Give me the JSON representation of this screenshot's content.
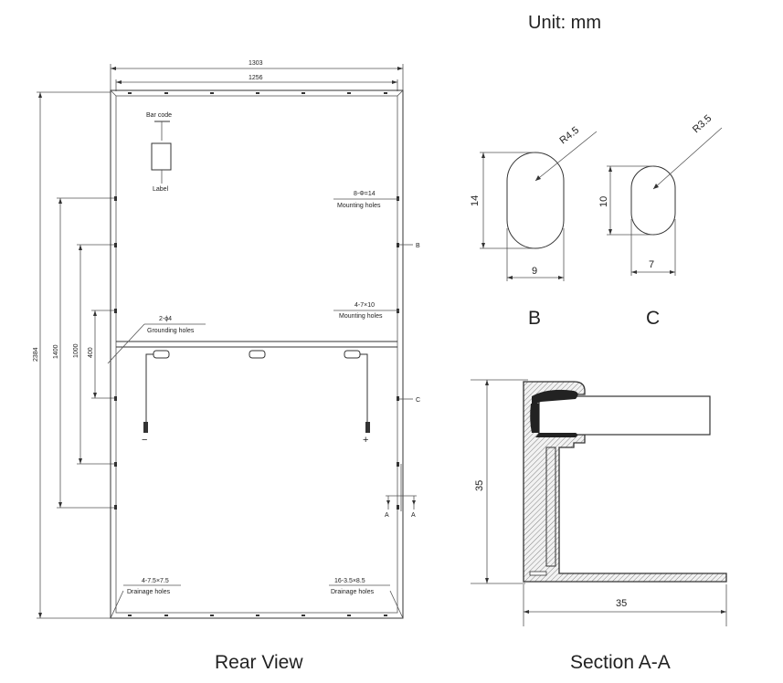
{
  "unit_label": "Unit: mm",
  "rear_view": {
    "caption": "Rear View",
    "width_outer": "1303",
    "width_inner": "1256",
    "height_total": "2384",
    "dim_1400": "1400",
    "dim_1000": "1000",
    "dim_400": "400",
    "barcode_label": "Bar code",
    "label_label": "Label",
    "mounting_holes_14_spec": "8-Φ=14",
    "mounting_holes_14_label": "Mounting holes",
    "mounting_holes_10_spec": "4-7×10",
    "mounting_holes_10_label": "Mounting holes",
    "grounding_spec": "2-ϕ4",
    "grounding_label": "Grounding holes",
    "drainage_left_spec": "4-7.5×7.5",
    "drainage_left_label": "Drainage holes",
    "drainage_right_spec": "16-3.5×8.5",
    "drainage_right_label": "Drainage holes",
    "marker_b": "B",
    "marker_c": "C",
    "section_a_left": "A",
    "section_a_right": "A",
    "minus": "−",
    "plus": "+"
  },
  "detail_b": {
    "label": "B",
    "radius": "R4.5",
    "height": "14",
    "width": "9"
  },
  "detail_c": {
    "label": "C",
    "radius": "R3.5",
    "height": "10",
    "width": "7"
  },
  "section": {
    "caption": "Section A-A",
    "height": "35",
    "width": "35"
  }
}
